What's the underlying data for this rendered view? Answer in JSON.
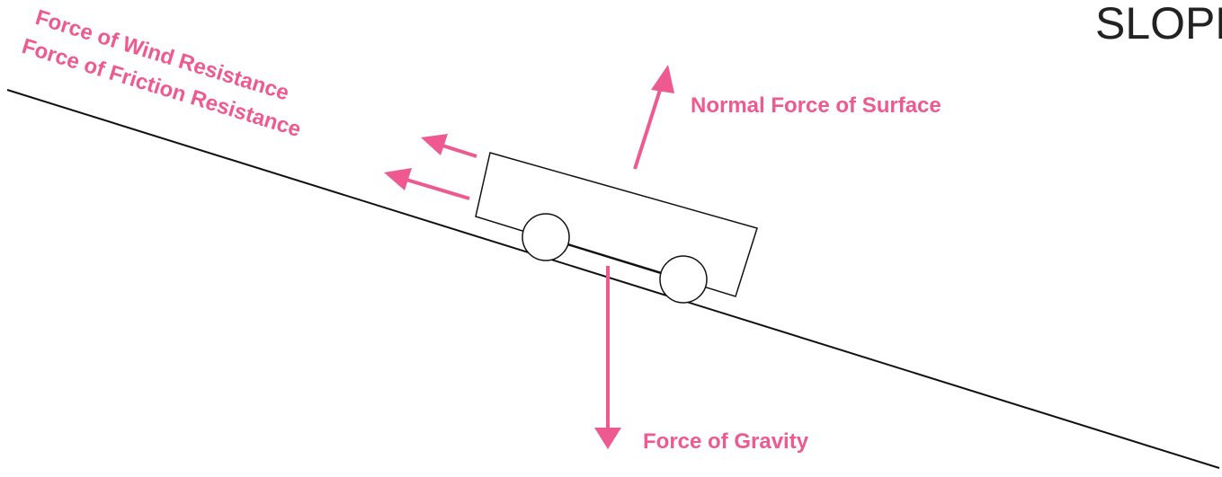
{
  "title": "SLOPE",
  "labels": {
    "wind": "Force of Wind Resistance",
    "friction": "Force of Friction Resistance",
    "normal": "Normal Force of Surface",
    "gravity": "Force of Gravity"
  },
  "colors": {
    "force": "#ee5a8f",
    "ink": "#111111",
    "background": "#ffffff"
  }
}
